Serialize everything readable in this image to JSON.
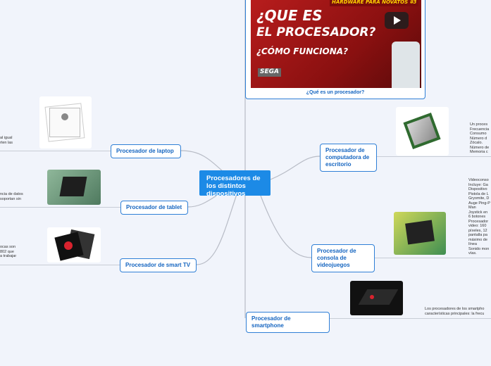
{
  "center": {
    "title": "Procesadores de los distintos dispositivos"
  },
  "video": {
    "banner": "HARDWARE PARA NOVATOS #3",
    "line1": "¿QUE ES",
    "line2": "EL PROCESADOR?",
    "line3": "¿CÓMO FUNCIONA?",
    "logo": "SEGA",
    "caption": "¿Qué es un procesador?"
  },
  "branches": {
    "laptop": {
      "label": "Procesador de laptop",
      "note": [
        "al igual",
        "rten las"
      ]
    },
    "tablet": {
      "label": "Procesador de tablet",
      "note": [
        "ncia de datos",
        "soportan sin"
      ]
    },
    "smarttv": {
      "label": "Procesador de smart TV",
      "note": [
        "ocas son",
        "802 que",
        "a trabajar"
      ]
    },
    "desktop": {
      "label": "Procesador de computadora de escritorio",
      "note": [
        "Un proces",
        "Frecuencia",
        "Consumo",
        "Número d",
        "Zócalo.",
        "Número de",
        "Memoria c"
      ]
    },
    "console": {
      "label": "Procesador de consola de videojuegos",
      "note": [
        "Videoconso",
        "Incluye: Ga",
        "Dispositivo",
        "Pistola de L",
        "Gryomite, D",
        "Auge Ping-P",
        "Man",
        "Joystick en",
        "6 botones",
        "Procesador",
        "video: 160",
        "píxeles, 12",
        "pantalla pa",
        "máximo de",
        "línea",
        "Sonido mon",
        "vías."
      ]
    },
    "smartphone": {
      "label": "Procesador de smartphone",
      "note": [
        "Los procesadores de los smartpho",
        "características principales: la frecu"
      ]
    }
  },
  "colors": {
    "accent": "#1c8ae6",
    "node_border": "#2f7fd6",
    "background": "#f1f4fb"
  }
}
